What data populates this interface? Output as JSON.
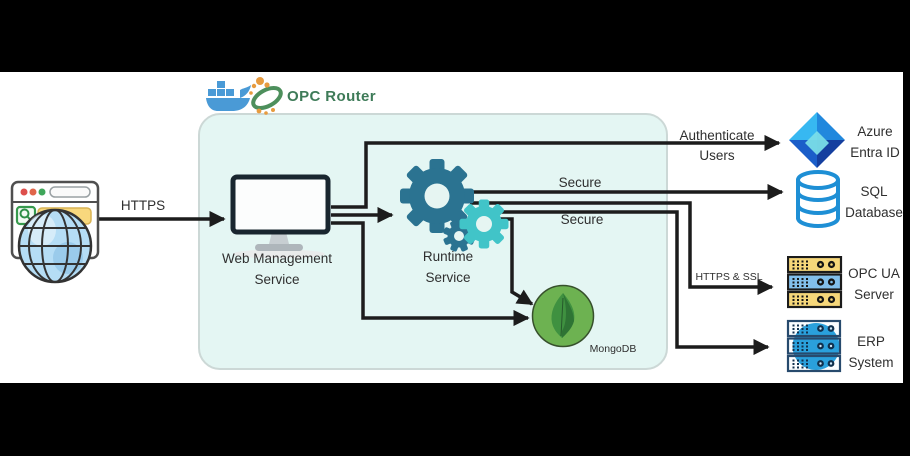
{
  "logo": {
    "text": "OPC Router"
  },
  "edge_labels": {
    "https": "HTTPS",
    "auth_line1": "Authenticate",
    "auth_line2": "Users",
    "secure_top": "Secure",
    "secure_bottom": "Secure",
    "https_ssl": "HTTPS & SSL"
  },
  "nodes": {
    "web_management": {
      "line1": "Web Management",
      "line2": "Service"
    },
    "runtime": {
      "line1": "Runtime",
      "line2": "Service"
    },
    "mongodb": {
      "label": "MongoDB"
    },
    "azure_entra": {
      "line1": "Azure",
      "line2": "Entra ID"
    },
    "sql_database": {
      "line1": "SQL",
      "line2": "Database"
    },
    "opcua_server": {
      "line1": "OPC UA",
      "line2": "Server"
    },
    "erp_system": {
      "line1": "ERP",
      "line2": "System"
    }
  },
  "icons": [
    "docker-icon",
    "opc-router-swirl-icon",
    "browser-globe-icon",
    "monitor-icon",
    "gears-icon",
    "mongodb-leaf-icon",
    "azure-entra-icon",
    "sql-database-icon",
    "opcua-server-rack-icon",
    "erp-server-rack-icon"
  ],
  "colors": {
    "container_fill": "#e4f6f3",
    "container_border": "#ccd8d6",
    "arrow": "#1c1c1c",
    "gear_dark": "#2b7391",
    "gear_light": "#41c4c8",
    "mongodb_green": "#6db251",
    "mongodb_leaf": "#2e7434",
    "logo_green": "#3e7b58",
    "sql_blue": "#1e8fd5",
    "server_yellow": "#f6d77a",
    "server_blue": "#82bfeb",
    "erp_blue": "#2aa0dc",
    "azure_light": "#37b8f1",
    "azure_dark": "#143f9f",
    "frame": "#000000"
  }
}
